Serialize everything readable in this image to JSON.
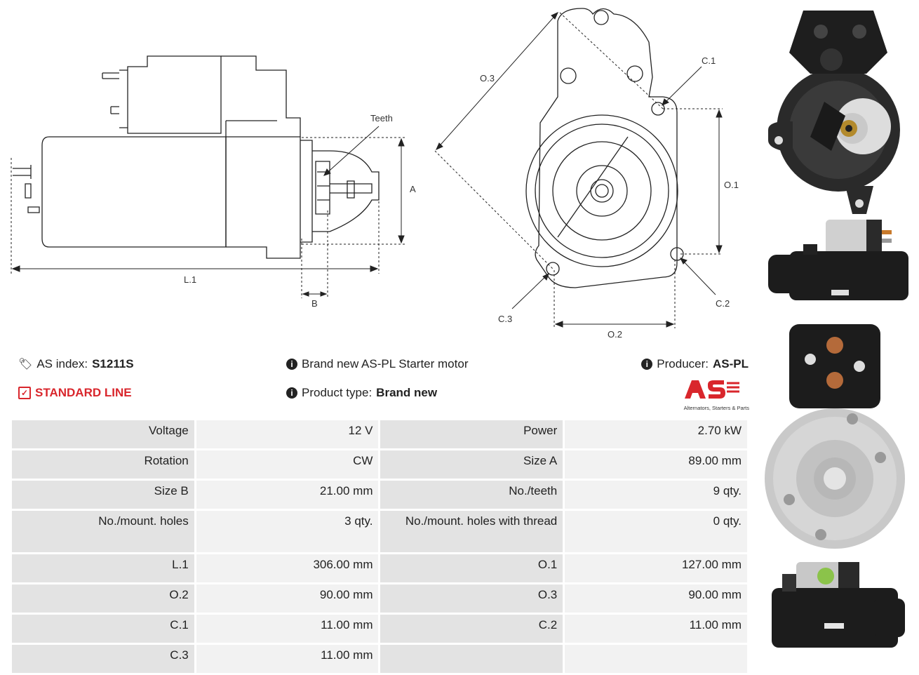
{
  "diagram": {
    "labels": {
      "teeth": "Teeth",
      "a": "A",
      "b": "B",
      "l1": "L.1",
      "o1": "O.1",
      "o2": "O.2",
      "o3": "O.3",
      "c1": "C.1",
      "c2": "C.2",
      "c3": "C.3"
    }
  },
  "header": {
    "as_index_label": "AS index:",
    "as_index_value": "S1211S",
    "standard_line": "STANDARD LINE",
    "description": "Brand new AS-PL Starter motor",
    "product_type_label": "Product type:",
    "product_type_value": "Brand new",
    "producer_label": "Producer:",
    "producer_value": "AS-PL",
    "logo_tagline": "Alternators, Starters & Parts"
  },
  "specs": [
    {
      "k1": "Voltage",
      "v1": "12 V",
      "k2": "Power",
      "v2": "2.70 kW"
    },
    {
      "k1": "Rotation",
      "v1": "CW",
      "k2": "Size A",
      "v2": "89.00 mm"
    },
    {
      "k1": "Size B",
      "v1": "21.00 mm",
      "k2": "No./teeth",
      "v2": "9 qty."
    },
    {
      "k1": "No./mount. holes",
      "v1": "3 qty.",
      "k2": "No./mount. holes with thread",
      "v2": "0 qty."
    },
    {
      "k1": "L.1",
      "v1": "306.00 mm",
      "k2": "O.1",
      "v2": "127.00 mm"
    },
    {
      "k1": "O.2",
      "v1": "90.00 mm",
      "k2": "O.3",
      "v2": "90.00 mm"
    },
    {
      "k1": "C.1",
      "v1": "11.00 mm",
      "k2": "C.2",
      "v2": "11.00 mm"
    },
    {
      "k1": "C.3",
      "v1": "11.00 mm",
      "k2": "",
      "v2": ""
    }
  ]
}
